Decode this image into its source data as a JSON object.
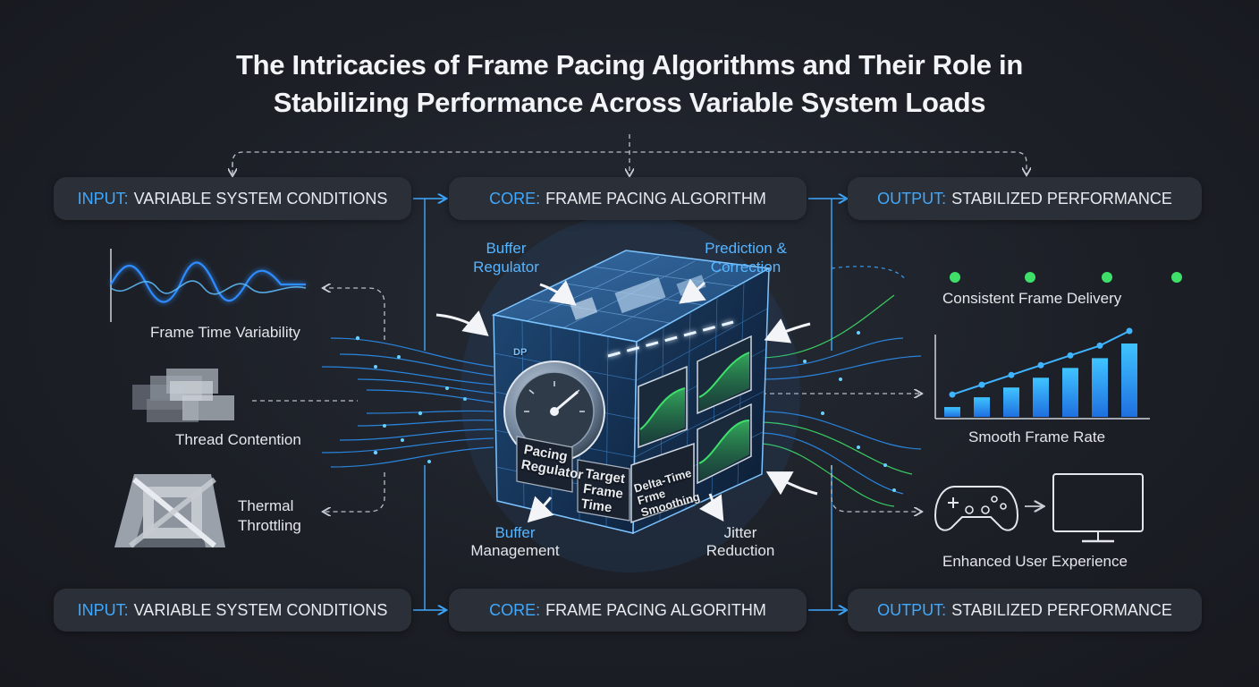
{
  "title_line1": "The Intricacies of Frame Pacing Algorithms and Their Role in",
  "title_line2": "Stabilizing Performance Across Variable System Loads",
  "top_row": [
    {
      "prefix": "INPUT:",
      "rest": "VARIABLE SYSTEM CONDITIONS"
    },
    {
      "prefix": "CORE:",
      "rest": "FRAME PACING ALGORITHM"
    },
    {
      "prefix": "OUTPUT:",
      "rest": "STABILIZED PERFORMANCE"
    }
  ],
  "bottom_row": [
    {
      "prefix": "INPUT:",
      "rest": "VARIABLE SYSTEM CONDITIONS"
    },
    {
      "prefix": "CORE:",
      "rest": "FRAME PACING ALGORITHM"
    },
    {
      "prefix": "OUTPUT:",
      "rest": "STABILIZED PERFORMANCE"
    }
  ],
  "inputs": {
    "frame_time": "Frame Time Variability",
    "thread": "Thread Contention",
    "thermal_1": "Thermal",
    "thermal_2": "Throttling"
  },
  "core": {
    "buffer_regulator_1": "Buffer",
    "buffer_regulator_2": "Regulator",
    "prediction_1": "Prediction &",
    "prediction_2": "Correction",
    "buffer_mgmt_1": "Buffer",
    "buffer_mgmt_2": "Management",
    "jitter_1": "Jitter",
    "jitter_2": "Reduction",
    "pacing_1": "Pacing",
    "pacing_2": "Regulator",
    "target_1": "Target",
    "target_2": "Frame",
    "target_3": "Time",
    "delta_1": "Delta-Time",
    "delta_2": "Frme",
    "delta_3": "Smoothing",
    "face_tag": "DP"
  },
  "outputs": {
    "consistent": "Consistent Frame Delivery",
    "smooth": "Smooth Frame Rate",
    "enhanced": "Enhanced User Experience"
  },
  "bar_chart_values": [
    1,
    2,
    3,
    4,
    5,
    6,
    7.5
  ],
  "colors": {
    "accent_blue": "#3fa9ff",
    "accent_green": "#3ee06a",
    "pill_bg": "#2b2f37"
  }
}
